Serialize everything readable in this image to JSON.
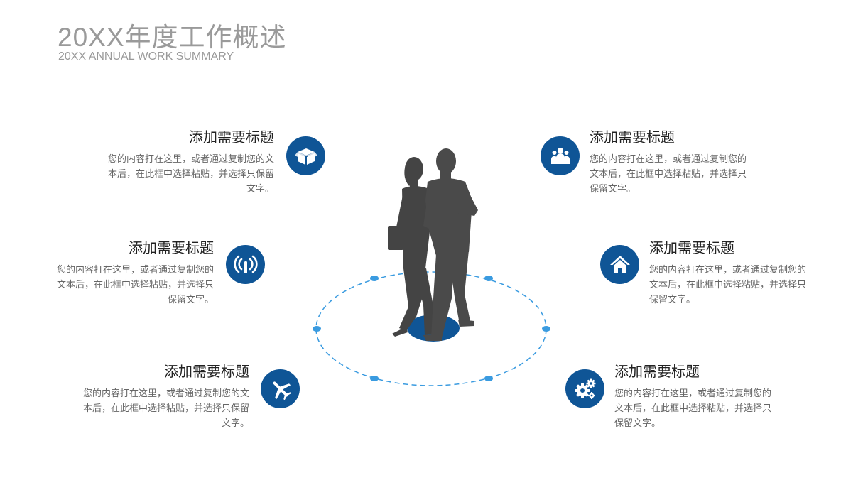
{
  "header": {
    "title": "20XX年度工作概述",
    "subtitle": "20XX ANNUAL WORK SUMMARY"
  },
  "colors": {
    "accent": "#0f5596",
    "dash": "#3a9be0",
    "silhouette": "#444444",
    "text_gray": "#9a9a9a"
  },
  "items": [
    {
      "title": "添加需要标题",
      "body": "您的内容打在这里，或者通过复制您的文本后，在此框中选择粘贴，并选择只保留文字。",
      "icon": "box-icon"
    },
    {
      "title": "添加需要标题",
      "body": "您的内容打在这里，或者通过复制您的文本后，在此框中选择粘贴，并选择只保留文字。",
      "icon": "signal-icon"
    },
    {
      "title": "添加需要标题",
      "body": "您的内容打在这里，或者通过复制您的文本后，在此框中选择粘贴，并选择只保留文字。",
      "icon": "airplane-icon"
    },
    {
      "title": "添加需要标题",
      "body": "您的内容打在这里，或者通过复制您的文本后，在此框中选择粘贴，并选择只保留文字。",
      "icon": "team-icon"
    },
    {
      "title": "添加需要标题",
      "body": "您的内容打在这里，或者通过复制您的文本后，在此框中选择粘贴，并选择只保留文字。",
      "icon": "home-icon"
    },
    {
      "title": "添加需要标题",
      "body": "您的内容打在这里，或者通过复制您的文本后，在此框中选择粘贴，并选择只保留文字。",
      "icon": "gears-icon"
    }
  ]
}
